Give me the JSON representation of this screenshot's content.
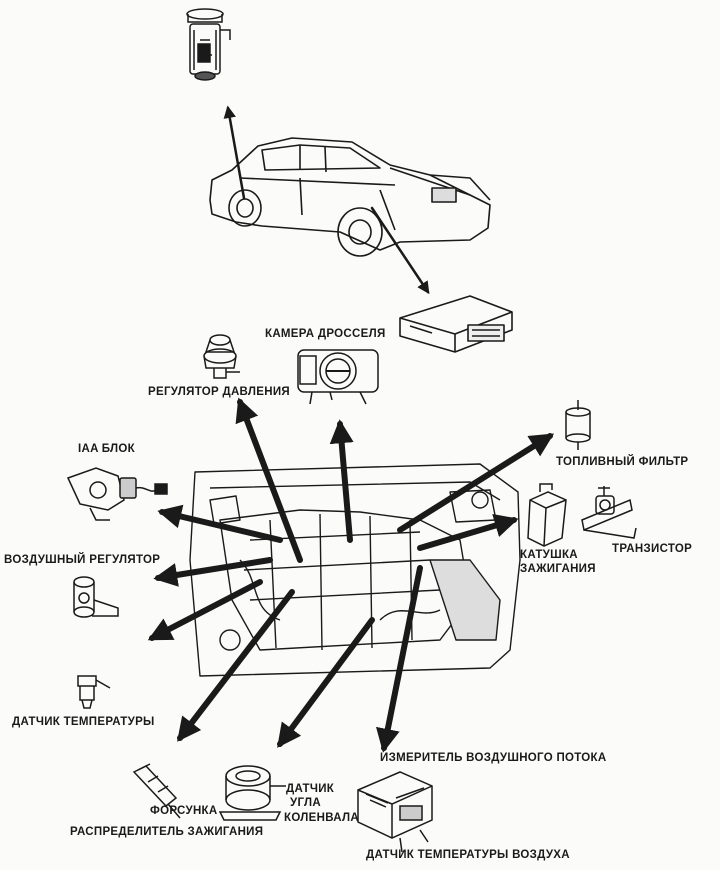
{
  "labels": {
    "camera": "КАМЕРА ДРОССЕЛЯ",
    "pressure_regulator": "РЕГУЛЯТОР ДАВЛЕНИЯ",
    "iaa_block": "IAA БЛОК",
    "fuel_filter": "ТОПЛИВНЫЙ ФИЛЬТР",
    "air_regulator": "ВОЗДУШНЫЙ РЕГУЛЯТОР",
    "ignition_coil_1": "КАТУШКА",
    "ignition_coil_2": "ЗАЖИГАНИЯ",
    "transistor": "ТРАНЗИСТОР",
    "temp_sensor": "ДАТЧИК ТЕМПЕРАТУРЫ",
    "airflow_meter": "ИЗМЕРИТЕЛЬ ВОЗДУШНОГО ПОТОКА",
    "crank_sensor_1": "ДАТЧИК",
    "crank_sensor_2": "УГЛА",
    "crank_sensor_3": "КОЛЕНВАЛА",
    "injector": "ФОРСУНКА",
    "distributor": "РАСПРЕДЕЛИТЕЛЬ ЗАЖИГАНИЯ",
    "air_temp_sensor": "ДАТЧИК ТЕМПЕРАТУРЫ ВОЗДУХА"
  },
  "colors": {
    "ink": "#1a1a1a",
    "background": "#fbfbf9"
  }
}
